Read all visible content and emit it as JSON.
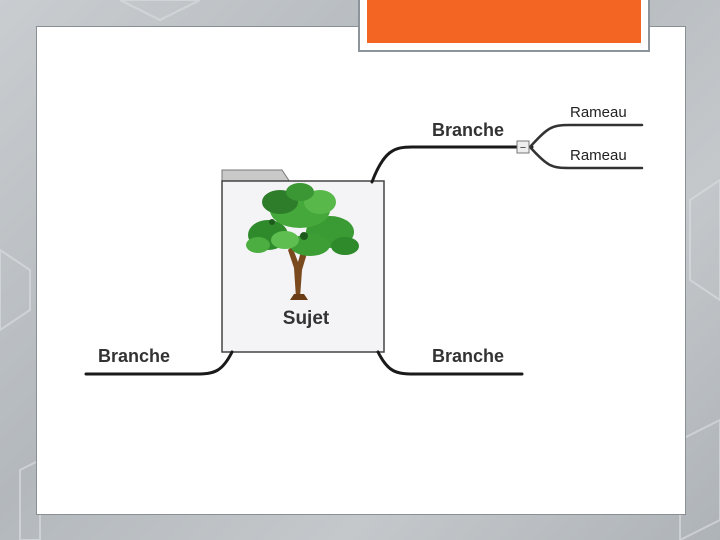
{
  "diagram": {
    "center": {
      "label": "Sujet"
    },
    "branches": [
      {
        "id": "top-right",
        "label": "Branche",
        "collapse_symbol": "−"
      },
      {
        "id": "bottom-left",
        "label": "Branche"
      },
      {
        "id": "bottom-right",
        "label": "Branche"
      }
    ],
    "twigs": [
      {
        "label": "Rameau"
      },
      {
        "label": "Rameau"
      }
    ]
  },
  "colors": {
    "header_accent": "#f26522",
    "branch_line": "#1a1a1a",
    "twig_line": "#333333"
  }
}
